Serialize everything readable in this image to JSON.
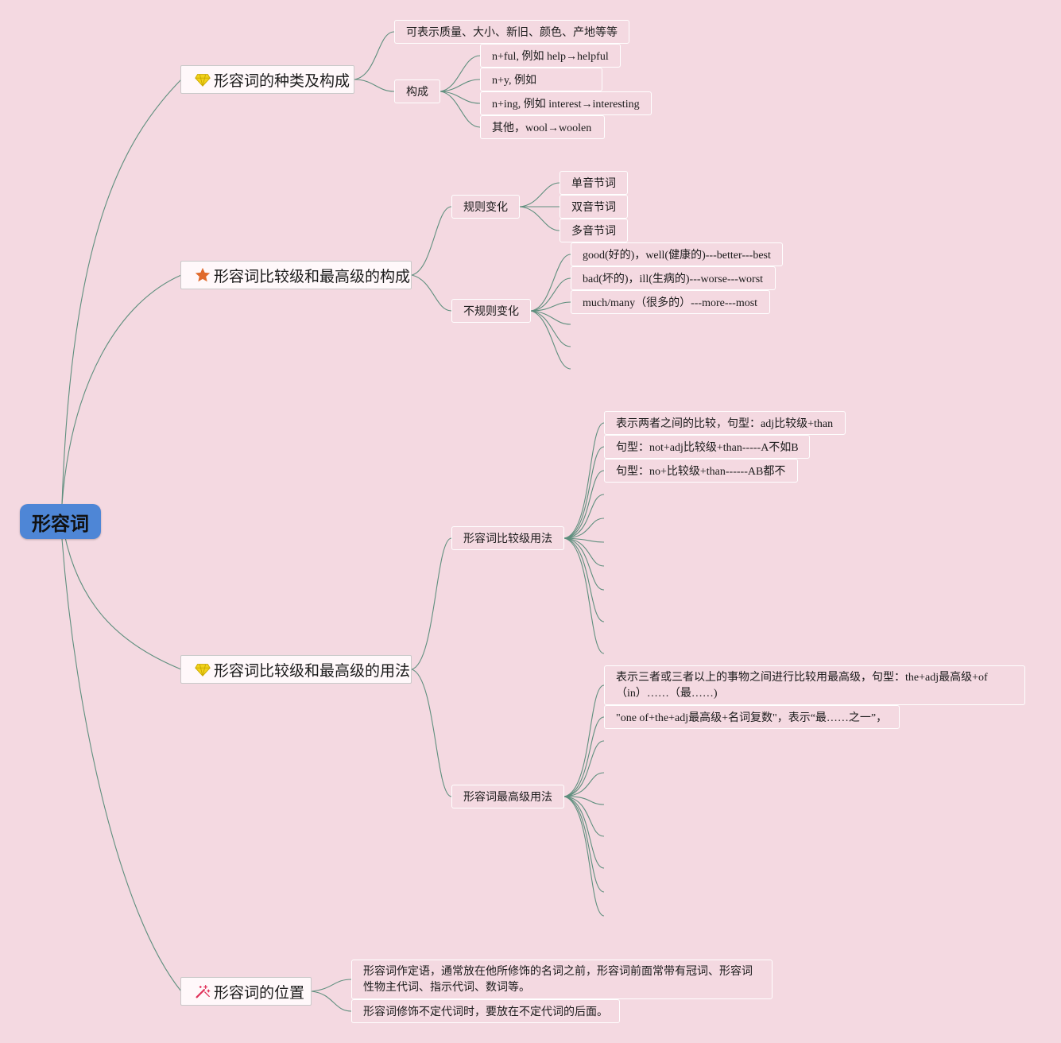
{
  "root": {
    "label": "形容词"
  },
  "branches": [
    {
      "label": "形容词的种类及构成",
      "icon": "diamond-icon",
      "children": [
        {
          "label": "可表示质量、大小、新旧、颜色、产地等等"
        },
        {
          "label": "构成",
          "children": [
            {
              "label": "n+ful, 例如 help→helpful"
            },
            {
              "label": "n+y, 例如"
            },
            {
              "label": "n+ing, 例如 interest→interesting"
            },
            {
              "label": "其他，wool→woolen"
            }
          ]
        }
      ]
    },
    {
      "label": "形容词比较级和最高级的构成",
      "icon": "star-icon",
      "children": [
        {
          "label": "规则变化",
          "children": [
            {
              "label": "单音节词"
            },
            {
              "label": "双音节词"
            },
            {
              "label": "多音节词"
            }
          ]
        },
        {
          "label": "不规则变化",
          "children": [
            {
              "label": "good(好的)，well(健康的)---better---best"
            },
            {
              "label": "bad(坏的)，ill(生病的)---worse---worst"
            },
            {
              "label": "much/many（很多的）---more---most"
            }
          ]
        }
      ]
    },
    {
      "label": "形容词比较级和最高级的用法",
      "icon": "diamond-icon",
      "children": [
        {
          "label": "形容词比较级用法",
          "children": [
            {
              "label": "表示两者之间的比较，句型：adj比较级+than"
            },
            {
              "label": "句型：not+adj比较级+than-----A不如B"
            },
            {
              "label": "句型：no+比较级+than------AB都不"
            }
          ]
        },
        {
          "label": "形容词最高级用法",
          "children": [
            {
              "label": "表示三者或三者以上的事物之间进行比较用最高级，句型：the+adj最高级+of（in）……（最……)"
            },
            {
              "label": "\"one of+the+adj最高级+名词复数\"，表示“最……之一”，"
            }
          ]
        }
      ]
    },
    {
      "label": "形容词的位置",
      "icon": "magic-wand-icon",
      "children": [
        {
          "label": "形容词作定语，通常放在他所修饰的名词之前，形容词前面常带有冠词、形容词性物主代词、指示代词、数词等。"
        },
        {
          "label": "形容词修饰不定代词时，要放在不定代词的后面。"
        }
      ]
    }
  ],
  "colors": {
    "background": "#f4d9e1",
    "root_fill": "#4e86d6",
    "connector": "#5f8f7e",
    "star": "#e06a2c",
    "diamond": "#f2d21b",
    "wand": "#e0325a"
  }
}
